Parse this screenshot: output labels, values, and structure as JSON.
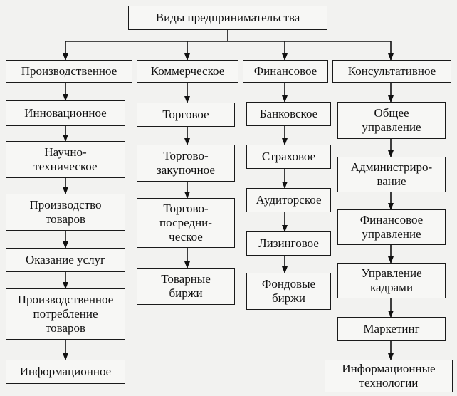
{
  "root": {
    "label": "Виды предпринимательства"
  },
  "columns": [
    {
      "header": "Производственное",
      "items": [
        "Инновационное",
        "Научно-\nтехническое",
        "Производство\nтоваров",
        "Оказание услуг",
        "Производственное\nпотребление\nтоваров",
        "Информационное"
      ]
    },
    {
      "header": "Коммерческое",
      "items": [
        "Торговое",
        "Торгово-\nзакупочное",
        "Торгово-\nпосредни-\nческое",
        "Товарные\nбиржи"
      ]
    },
    {
      "header": "Финансовое",
      "items": [
        "Банковское",
        "Страховое",
        "Аудиторское",
        "Лизинговое",
        "Фондовые\nбиржи"
      ]
    },
    {
      "header": "Консультативное",
      "items": [
        "Общее\nуправление",
        "Администриро-\nвание",
        "Финансовое\nуправление",
        "Управление\nкадрами",
        "Маркетинг",
        "Информационные\nтехнологии"
      ]
    }
  ]
}
